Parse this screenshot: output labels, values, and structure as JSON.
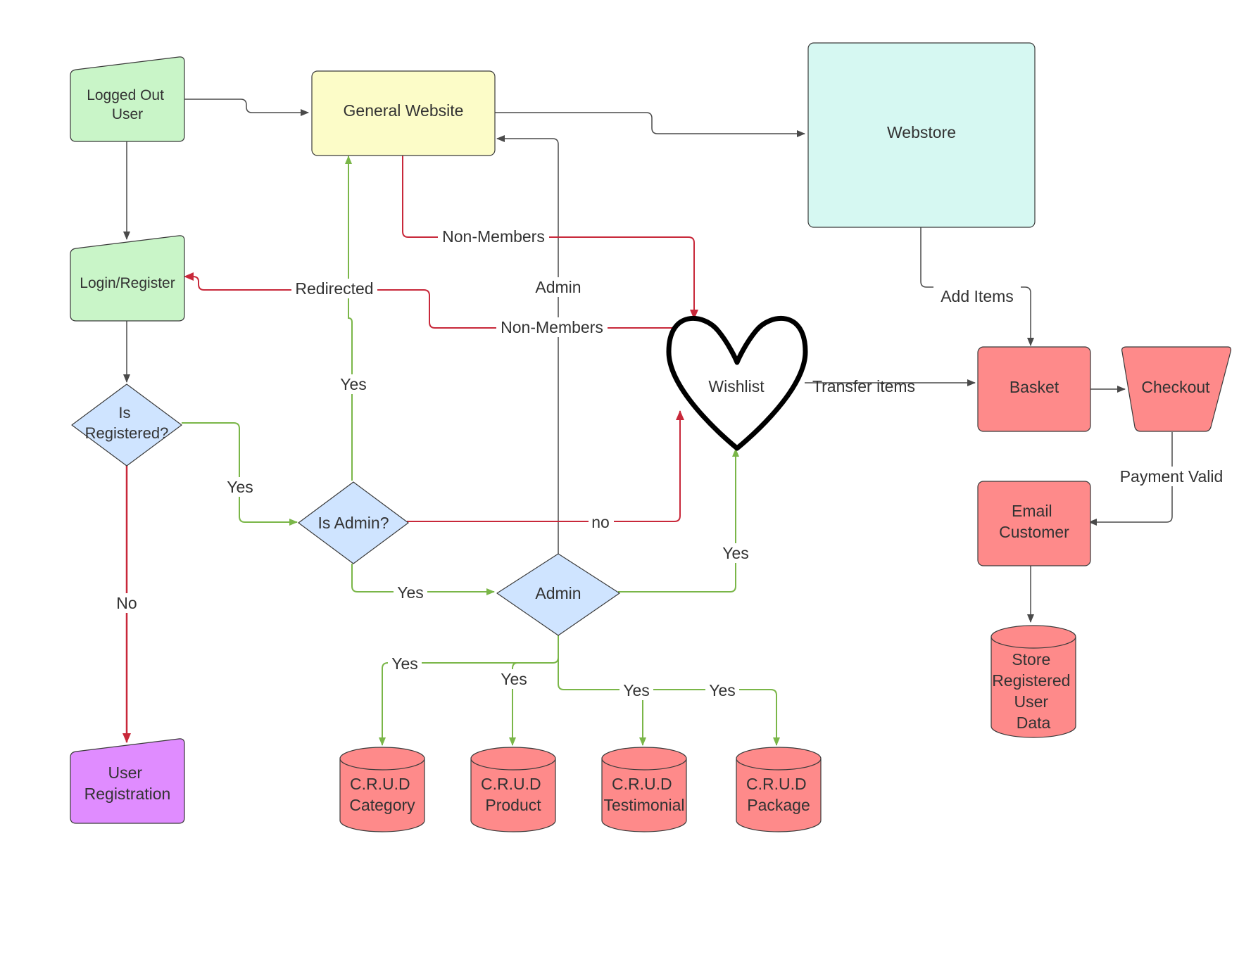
{
  "colors": {
    "gray_line": "#4a4a4a",
    "red_line": "#c8283a",
    "green_line": "#7ab648",
    "green_fill": "#c9f5c8",
    "yellow_fill": "#fcfcc8",
    "cyan_fill": "#d6f8f2",
    "blue_fill": "#cfe4ff",
    "red_fill": "#fe8a8a",
    "purple_fill": "#e08cff",
    "stroke": "#3a3a3a"
  },
  "nodes": {
    "logged_out_user": [
      "Logged Out",
      "User"
    ],
    "general_website": [
      "General Website"
    ],
    "webstore": [
      "Webstore"
    ],
    "login_register": [
      "Login/Register"
    ],
    "is_registered": [
      "Is",
      "Registered?"
    ],
    "is_admin": [
      "Is Admin?"
    ],
    "admin": [
      "Admin"
    ],
    "wishlist": [
      "Wishlist"
    ],
    "basket": [
      "Basket"
    ],
    "checkout": [
      "Checkout"
    ],
    "email_customer": [
      "Email",
      "Customer"
    ],
    "store_registered": [
      "Store",
      "Registered",
      "User",
      "Data"
    ],
    "user_registration": [
      "User",
      "Registration"
    ],
    "crud_category": [
      "C.R.U.D",
      "Category"
    ],
    "crud_product": [
      "C.R.U.D",
      "Product"
    ],
    "crud_testimonial": [
      "C.R.U.D",
      "Testimonial"
    ],
    "crud_package": [
      "C.R.U.D",
      "Package"
    ]
  },
  "edge_labels": {
    "non_members_top": "Non-Members",
    "redirected": "Redirected",
    "non_members_mid": "Non-Members",
    "admin_up": "Admin",
    "yes_up": "Yes",
    "yes_registered": "Yes",
    "no_registered": "No",
    "no_admin": "no",
    "yes_admin": "Yes",
    "yes_wishlist": "Yes",
    "add_items": "Add Items",
    "transfer_items": "Transfer items",
    "payment_valid": "Payment Valid",
    "yes_category": "Yes",
    "yes_product": "Yes",
    "yes_testimonial": "Yes",
    "yes_package": "Yes"
  }
}
